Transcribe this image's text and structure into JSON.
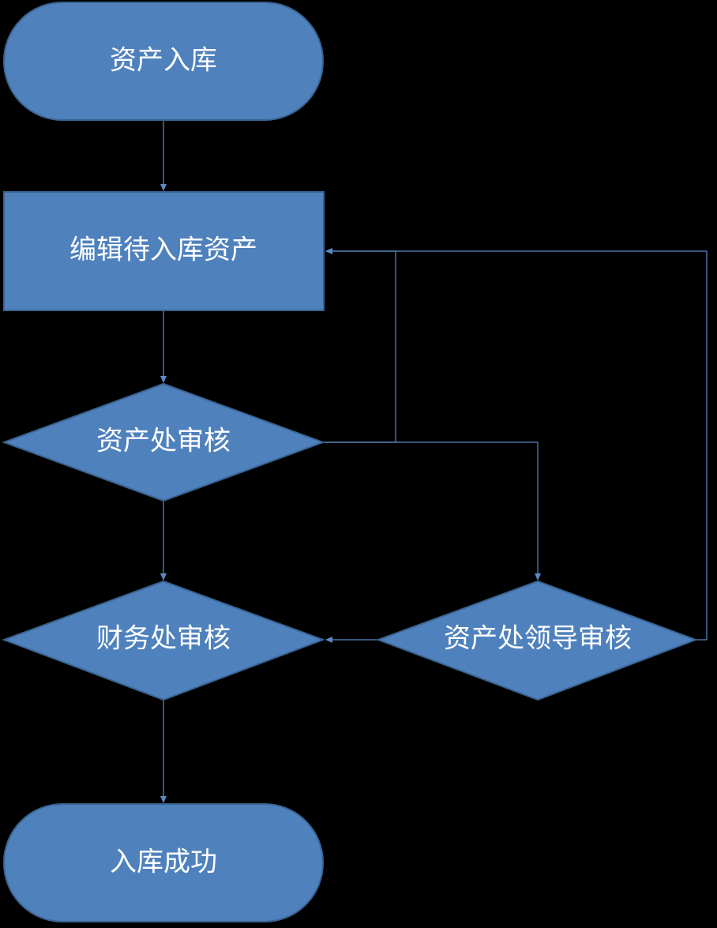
{
  "diagram": {
    "type": "flowchart",
    "colors": {
      "background": "#000000",
      "node_fill": "#4f81bd",
      "node_stroke": "#3a6390",
      "connector": "#5b8bc7",
      "text": "#ffffff"
    },
    "nodes": {
      "start": {
        "label": "资产入库",
        "shape": "terminator"
      },
      "edit": {
        "label": "编辑待入库资产",
        "shape": "process"
      },
      "asset_review": {
        "label": "资产处审核",
        "shape": "decision"
      },
      "finance_review": {
        "label": "财务处审核",
        "shape": "decision"
      },
      "leader_review": {
        "label": "资产处领导审核",
        "shape": "decision"
      },
      "end": {
        "label": "入库成功",
        "shape": "terminator"
      }
    },
    "edges": [
      {
        "from": "start",
        "to": "edit"
      },
      {
        "from": "edit",
        "to": "asset_review"
      },
      {
        "from": "asset_review",
        "to": "finance_review"
      },
      {
        "from": "asset_review",
        "to": "leader_review"
      },
      {
        "from": "asset_review",
        "to": "edit"
      },
      {
        "from": "leader_review",
        "to": "finance_review"
      },
      {
        "from": "leader_review",
        "to": "edit"
      },
      {
        "from": "finance_review",
        "to": "end"
      }
    ]
  }
}
